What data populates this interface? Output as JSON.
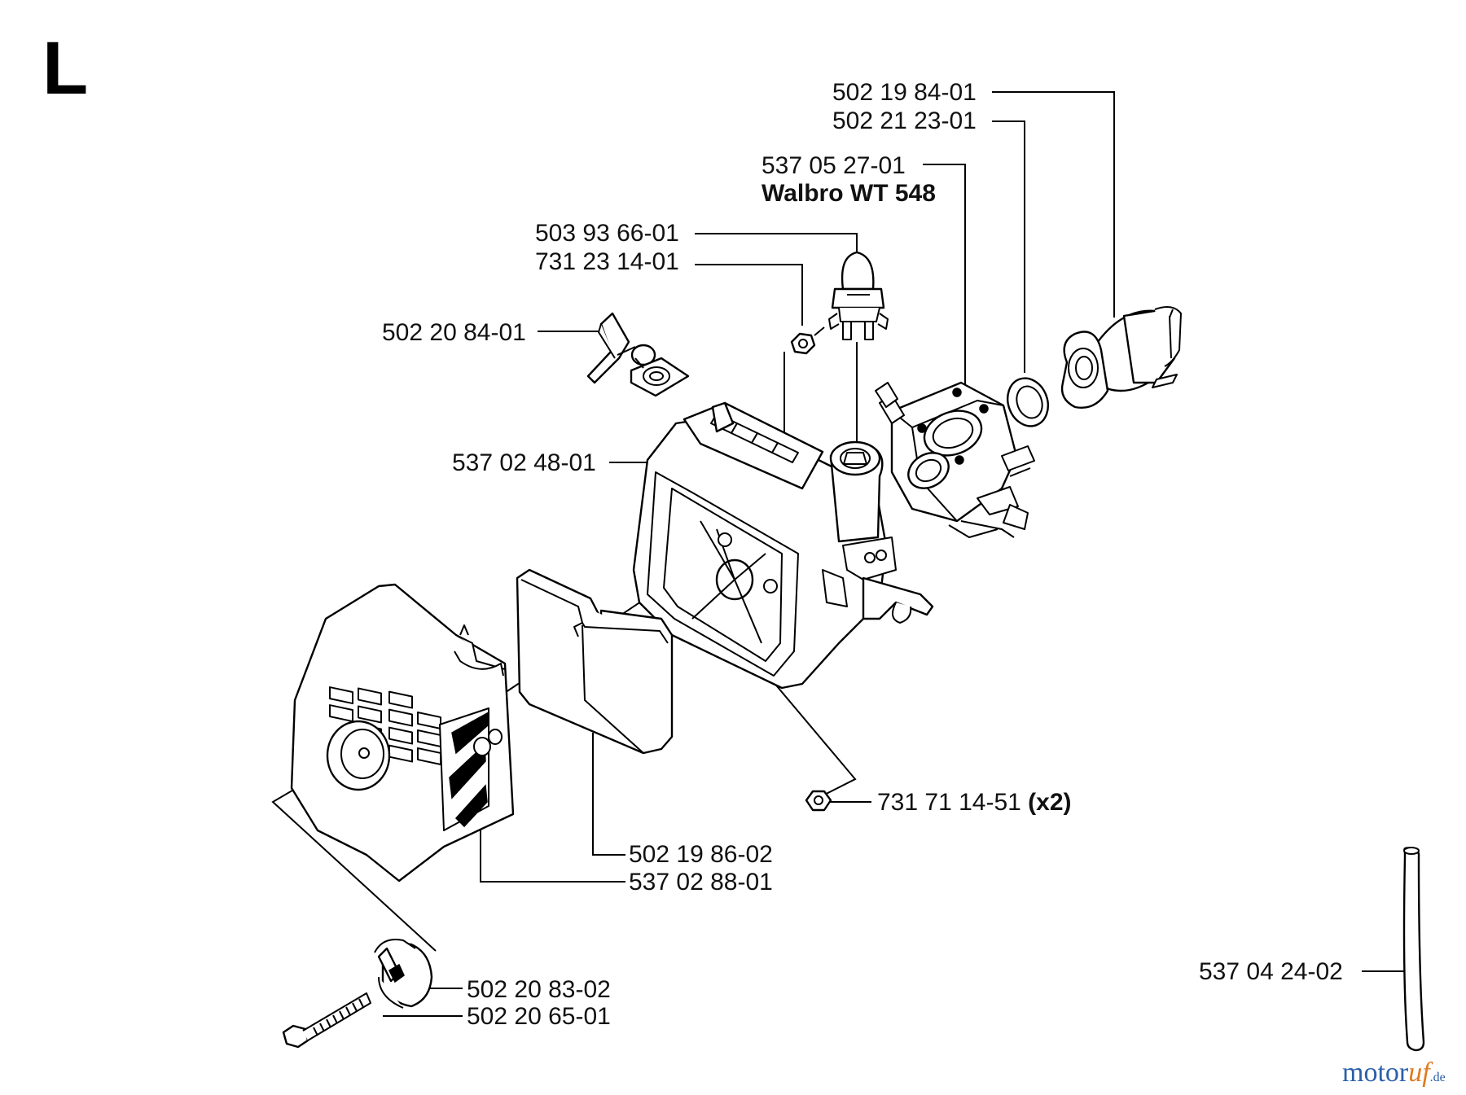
{
  "section_letter": "L",
  "callouts": {
    "c1": {
      "text": "502 19 84-01"
    },
    "c2": {
      "text": "502 21 23-01"
    },
    "c3": {
      "text": "537 05 27-01",
      "sub": "Walbro WT 548"
    },
    "c4": {
      "text": "503 93 66-01"
    },
    "c5": {
      "text": "731 23 14-01"
    },
    "c6": {
      "text": "502 20 84-01"
    },
    "c7": {
      "text": "537 02 48-01"
    },
    "c8": {
      "text": "731 71 14-51",
      "qty": "(x2)"
    },
    "c9": {
      "text": "502 19 86-02"
    },
    "c10": {
      "text": "537 02 88-01"
    },
    "c11": {
      "text": "537 04 24-02"
    },
    "c12": {
      "text": "502 20 83-02"
    },
    "c13": {
      "text": "502 20 65-01"
    }
  },
  "watermark": {
    "main": "motor",
    "accent": "uf",
    "suffix": ".de"
  }
}
